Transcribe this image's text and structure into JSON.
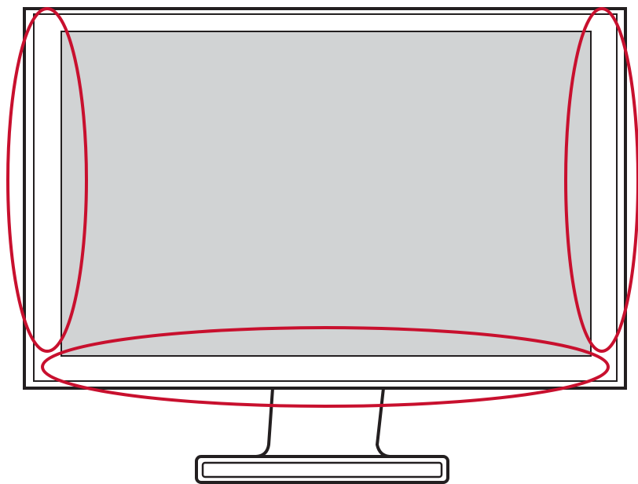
{
  "diagram": {
    "subject": "monitor-front-view",
    "highlighted_regions": [
      "left-bezel",
      "right-bezel",
      "bottom-bezel"
    ]
  },
  "colors": {
    "background": "#ffffff",
    "outline": "#231f20",
    "screen_fill": "#d1d3d4",
    "bezel_fill": "#ffffff",
    "highlight": "#c8102e"
  }
}
